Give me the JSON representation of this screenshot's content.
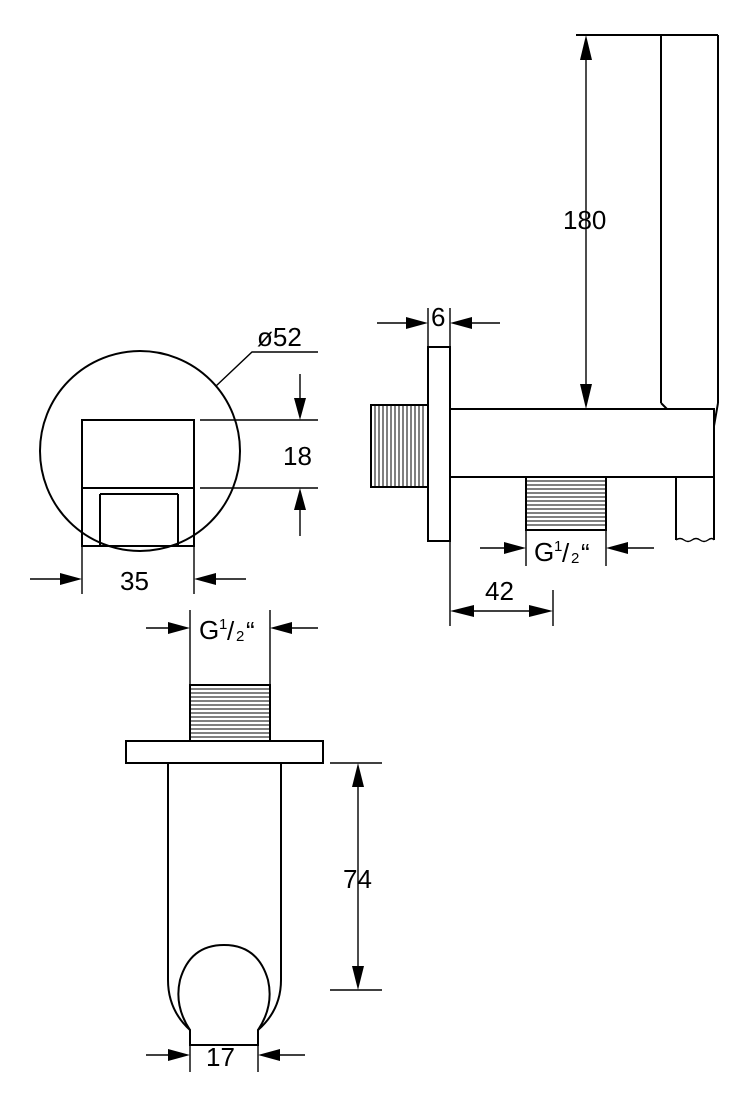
{
  "dimensions": {
    "diameter": "ø52",
    "height_180": "180",
    "flange_6": "6",
    "height_18": "18",
    "width_35": "35",
    "offset_42": "42",
    "length_74": "74",
    "width_17": "17"
  },
  "thread_side": {
    "main": "G",
    "sup": "1",
    "slash": "/",
    "sub": "2",
    "quote": "“"
  },
  "thread_top": {
    "main": "G",
    "sup": "1",
    "slash": "/",
    "sub": "2",
    "quote": "“"
  },
  "colors": {
    "line": "#000000",
    "background": "#ffffff"
  }
}
